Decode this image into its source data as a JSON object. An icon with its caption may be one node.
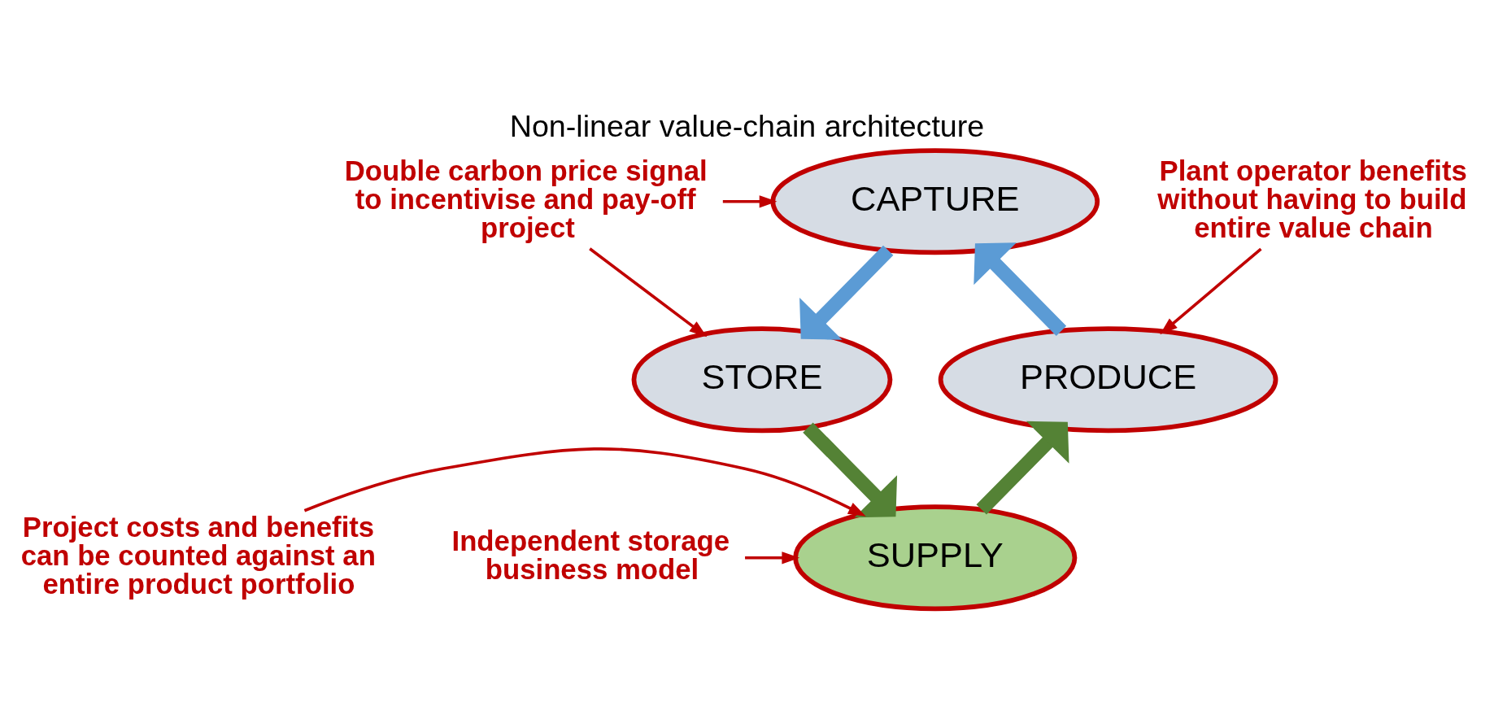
{
  "diagram": {
    "title": "Non-linear value-chain architecture",
    "nodes": [
      {
        "text": [
          "CAPTURE"
        ]
      },
      {
        "text": [
          "STORE"
        ]
      },
      {
        "text": [
          "SUPPLY"
        ]
      },
      {
        "text": [
          "PRODUCE"
        ]
      },
      {
        "text": [
          "Plant operator benefits without having to build entire value chain"
        ]
      },
      {
        "text": [
          "Double carbon price signal to incentivise and pay-off project"
        ]
      },
      {
        "text": [
          "Project costs and benefits can be counted against an entire product portfolio"
        ]
      },
      {
        "text": [
          "Independent storage business model"
        ]
      }
    ],
    "edges": [
      {
        "from": 3,
        "to": 0,
        "arrow": "to",
        "style": "thick",
        "color": "#5b9bd5"
      },
      {
        "from": 0,
        "to": 1,
        "arrow": "to",
        "style": "thick",
        "color": "#5b9bd5"
      },
      {
        "from": 1,
        "to": 2,
        "arrow": "to",
        "style": "thick",
        "color": "#548235"
      },
      {
        "from": 2,
        "to": 3,
        "arrow": "to",
        "style": "thick",
        "color": "#548235"
      },
      {
        "from": 4,
        "to": 3,
        "arrow": "to"
      },
      {
        "from": 5,
        "to": 0,
        "arrow": "to"
      },
      {
        "from": 5,
        "to": 1,
        "arrow": "to"
      },
      {
        "from": 6,
        "to": 2,
        "arrow": "to"
      },
      {
        "from": 7,
        "to": 2,
        "arrow": "to"
      }
    ]
  }
}
